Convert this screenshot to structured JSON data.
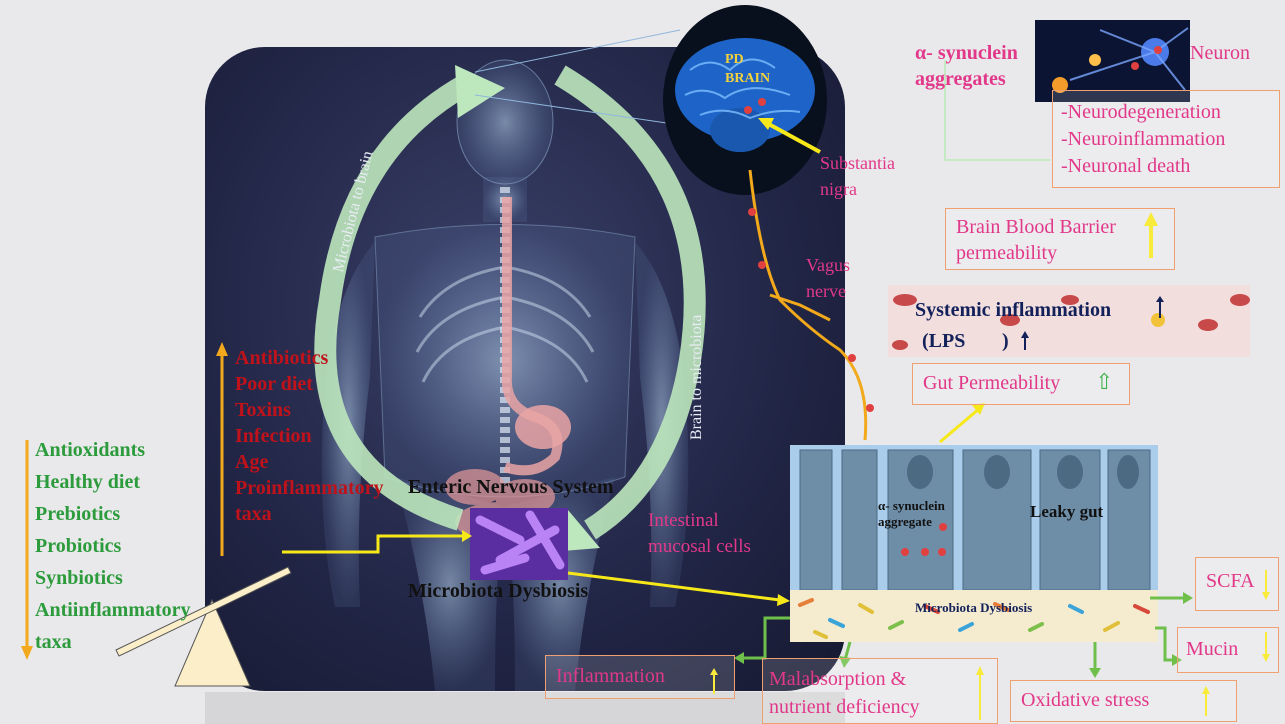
{
  "brain": {
    "pd_label": "PD\nBRAIN",
    "substantia_label": "Substantia\nnigra"
  },
  "alpha_syn": "α- synuclein\naggregates",
  "neuron": {
    "label": "Neuron",
    "effects": [
      "-Neurodegeneration",
      "-Neuroinflammation",
      "-Neuronal death"
    ]
  },
  "axes": {
    "microbiota_to_brain": "Microbiota to brain",
    "brain_to_microbiota": "Brain to microbiota"
  },
  "vagus": "Vagus\nnerve",
  "bbb": "Brain Blood Barrier\npermeability",
  "systemic": {
    "title": "Systemic inflammation",
    "lps": "(LPS",
    "lps_close": ")"
  },
  "gut_perm": "Gut Permeability",
  "risk_factors": [
    "Antibiotics",
    "Poor diet",
    "Toxins",
    "Infection",
    "Age",
    "Proinflammatory",
    "taxa"
  ],
  "protective_factors": [
    "Antioxidants",
    "Healthy diet",
    "Prebiotics",
    "Probiotics",
    "Synbiotics",
    "Antiinflammatory",
    "taxa"
  ],
  "enteric": "Enteric Nervous System",
  "microbiota_dysbiosis": "Microbiota Dysbiosis",
  "intestinal_cells": "Intestinal\nmucosal cells",
  "gut_panel": {
    "alpha_syn": "α- synuclein\naggregate",
    "leaky": "Leaky gut",
    "dysbiosis": "Microbiota Dysbiosis"
  },
  "outcomes": {
    "scfa": "SCFA",
    "mucin": "Mucin",
    "oxidative": "Oxidative stress",
    "inflammation": "Inflammation",
    "malabsorption": "Malabsorption &\nnutrient deficiency"
  },
  "colors": {
    "risk": "#c0121a",
    "protective": "#2c9b3c",
    "label_pink": "#e2388a",
    "arrow_yellow": "#f7e81a",
    "arrow_orange": "#f2a91b"
  }
}
